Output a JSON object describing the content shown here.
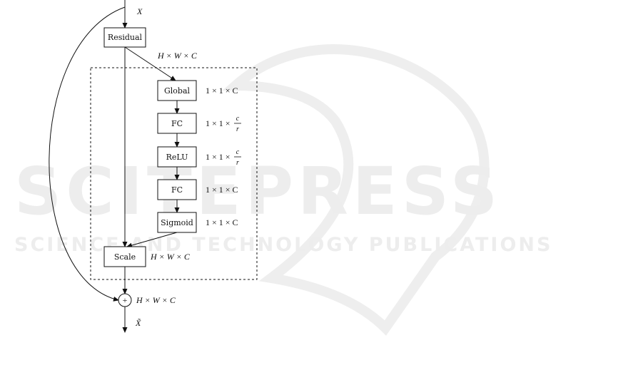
{
  "watermark": {
    "title": "SCITEPRESS",
    "subtitle": "SCIENCE AND TECHNOLOGY PUBLICATIONS"
  },
  "diagram": {
    "input_label": "X",
    "output_label": "X̃",
    "nodes": {
      "residual": "Residual",
      "global": "Global",
      "fc1": "FC",
      "relu": "ReLU",
      "fc2": "FC",
      "sigmoid": "Sigmoid",
      "scale": "Scale",
      "sum": "+"
    },
    "dims": {
      "residual_out": "H × W × C",
      "global": "1 × 1 × C",
      "fc1_prefix": "1 × 1 ×",
      "fc1_num": "c",
      "fc1_den": "r",
      "relu_prefix": "1 × 1 ×",
      "relu_num": "c",
      "relu_den": "r",
      "fc2": "1 × 1 × C",
      "sigmoid": "1 × 1 × C",
      "scale": "H × W × C",
      "sum": "H × W × C"
    }
  }
}
